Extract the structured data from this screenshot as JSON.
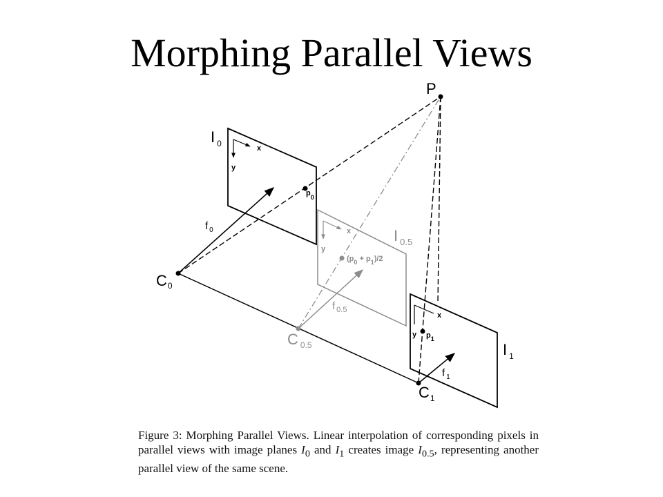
{
  "slide": {
    "title": "Morphing Parallel Views"
  },
  "diagram": {
    "labels": {
      "P": "P",
      "I0_main": "I",
      "I0_sub": "0",
      "I05_main": "I",
      "I05_sub": "0.5",
      "I1_main": "I",
      "I1_sub": "1",
      "x": "x",
      "y": "y",
      "p0_main": "p",
      "p0_sub": "0",
      "p1_main": "p",
      "p1_sub": "1",
      "mid_open": "(p",
      "mid_sub0": "0",
      "mid_plus": " + p",
      "mid_sub1": "1",
      "mid_close": ")/2",
      "f0_main": "f",
      "f0_sub": "0",
      "f05_main": "f",
      "f05_sub": "0.5",
      "f1_main": "f",
      "f1_sub": "1",
      "C0_main": "C",
      "C0_sub": "0",
      "C05_main": "C",
      "C05_sub": "0.5",
      "C1_main": "C",
      "C1_sub": "1"
    },
    "colors": {
      "primary": "#000000",
      "interpolated": "#8c8c8c"
    }
  },
  "caption": {
    "part1": "Figure 3:  Morphing Parallel Views.  Linear interpolation of corresponding pixels in parallel views with image planes ",
    "sym0": "I",
    "sub0": "0",
    "and": " and ",
    "sym1": "I",
    "sub1": "1",
    "part2": " creates image ",
    "sym05": "I",
    "sub05": "0.5",
    "part3": ", representing another parallel view of the same scene."
  }
}
